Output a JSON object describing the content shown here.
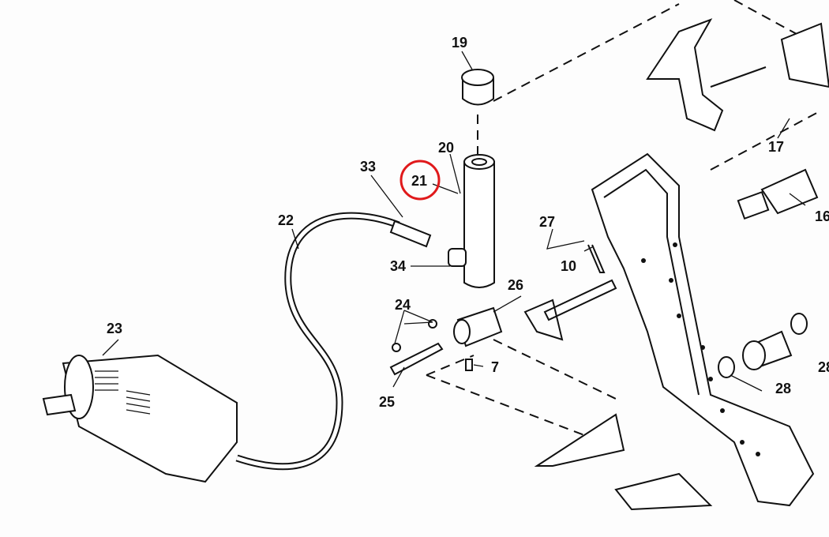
{
  "diagram": {
    "labels": {
      "p19": "19",
      "p20": "20",
      "p21": "21",
      "p33": "33",
      "p22": "22",
      "p34": "34",
      "p27": "27",
      "p10": "10",
      "p26": "26",
      "p24": "24",
      "p25": "25",
      "p7": "7",
      "p23": "23",
      "p17": "17",
      "p16": "16",
      "p28": "28",
      "p2x": "28"
    },
    "highlight_color": "#e0191b"
  }
}
